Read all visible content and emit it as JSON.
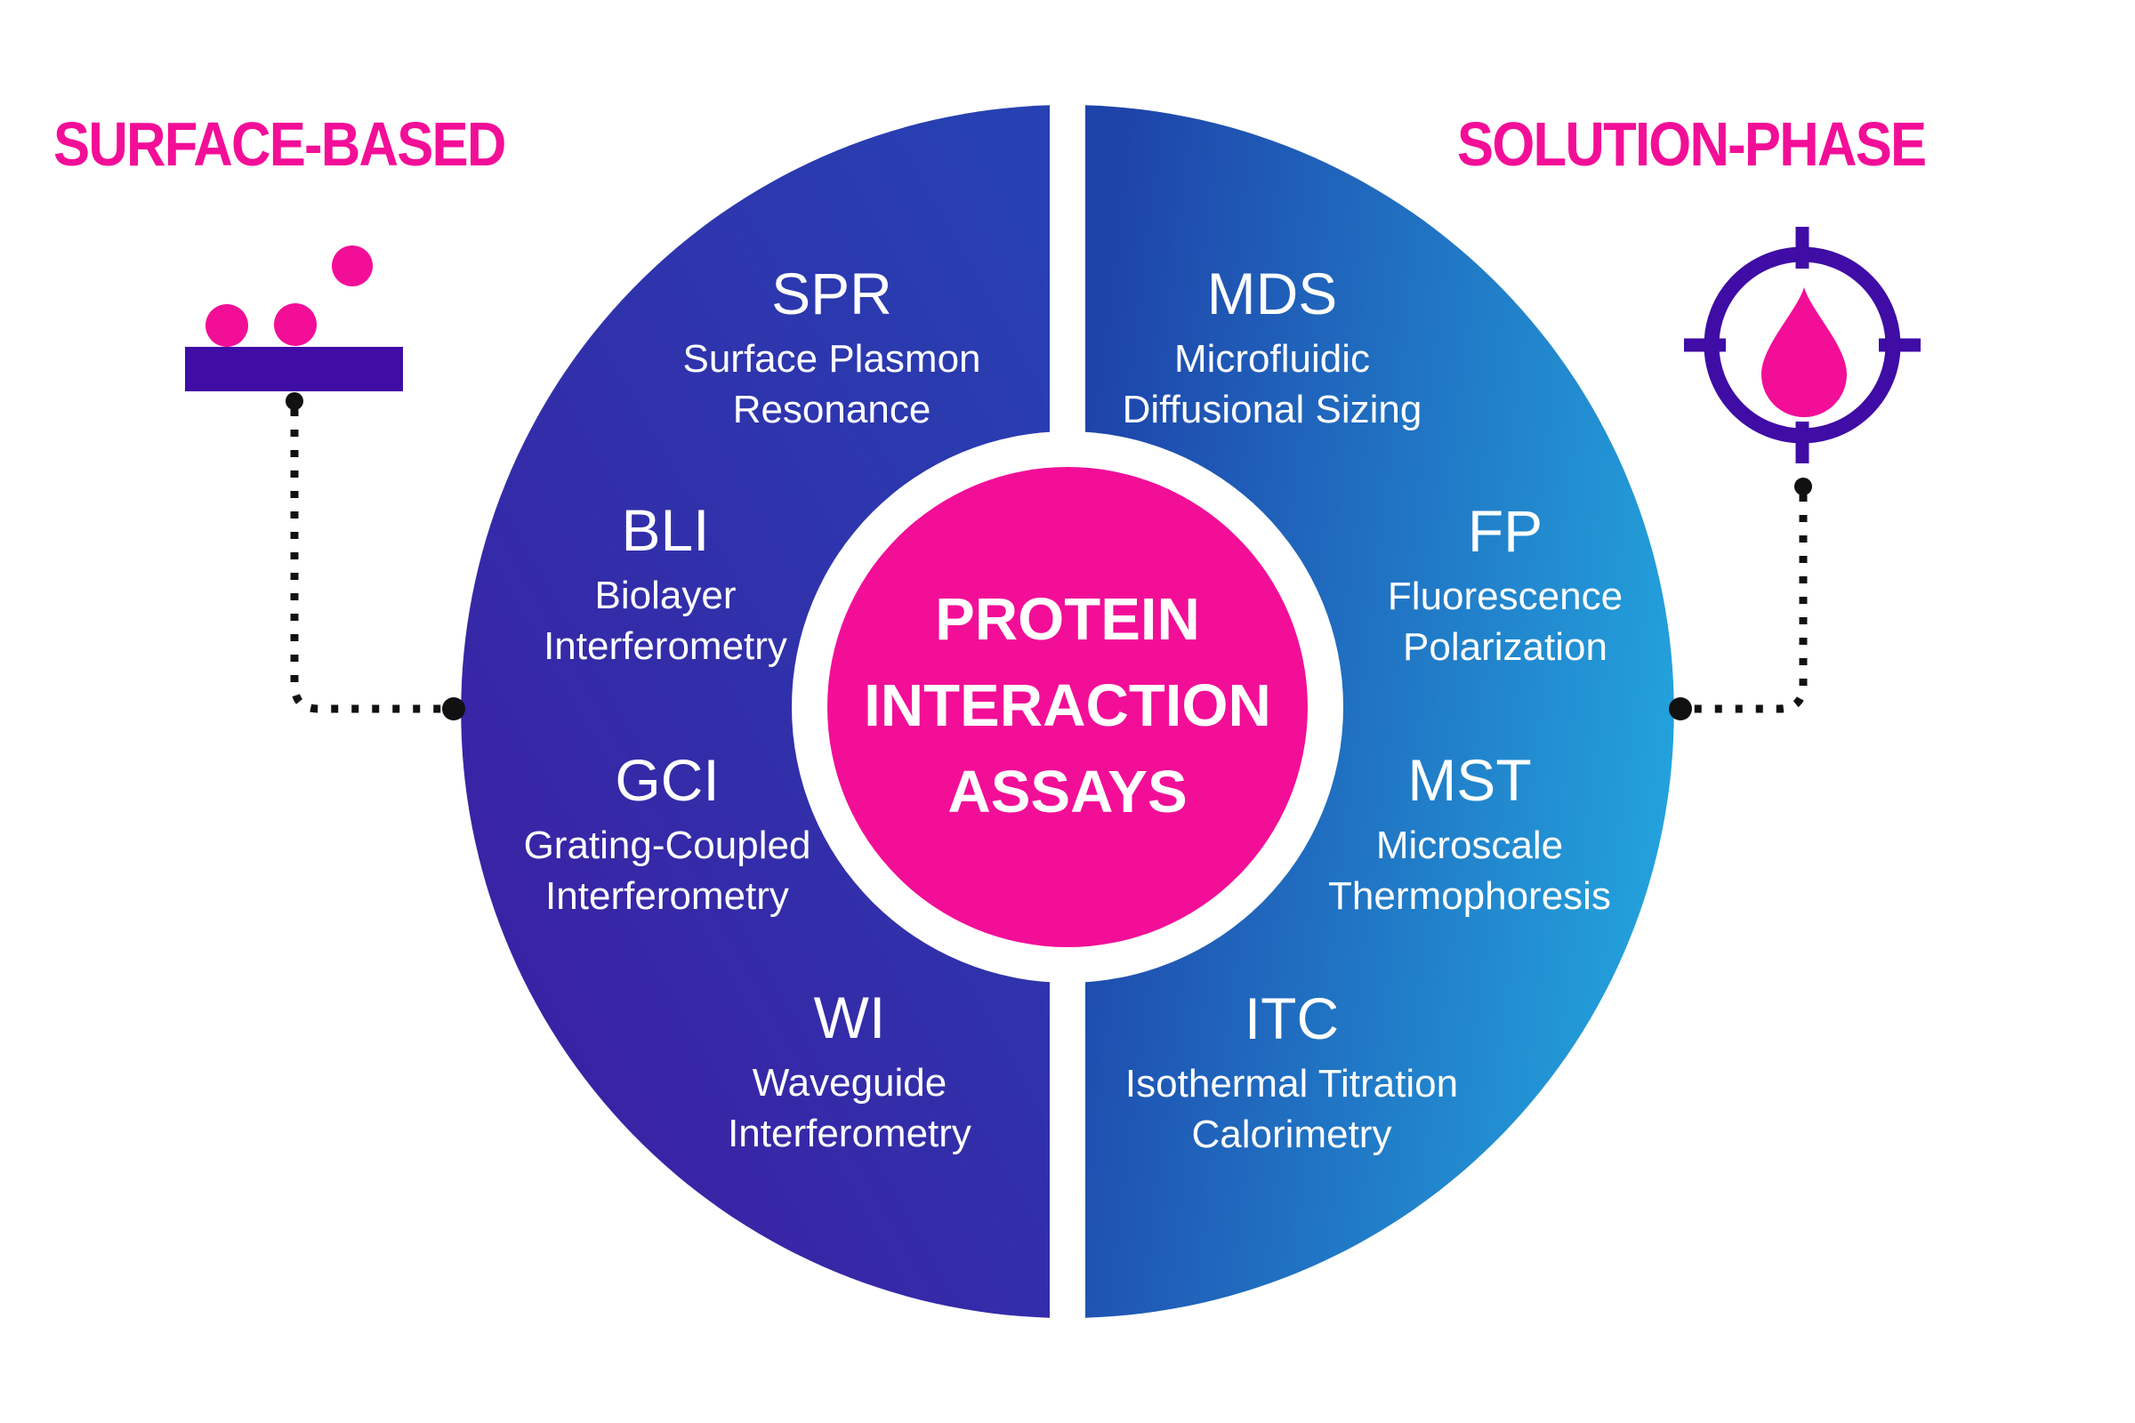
{
  "titles": {
    "left": "SURFACE-BASED",
    "right": "SOLUTION-PHASE"
  },
  "center": {
    "line1": "PROTEIN",
    "line2": "INTERACTION",
    "line3": "ASSAYS"
  },
  "assays": {
    "surface": [
      {
        "abbr": "SPR",
        "line1": "Surface Plasmon",
        "line2": "Resonance"
      },
      {
        "abbr": "BLI",
        "line1": "Biolayer",
        "line2": "Interferometry"
      },
      {
        "abbr": "GCI",
        "line1": "Grating-Coupled",
        "line2": "Interferometry"
      },
      {
        "abbr": "WI",
        "line1": "Waveguide",
        "line2": "Interferometry"
      }
    ],
    "solution": [
      {
        "abbr": "MDS",
        "line1": "Microfluidic",
        "line2": "Diffusional Sizing"
      },
      {
        "abbr": "FP",
        "line1": "Fluorescence",
        "line2": "Polarization"
      },
      {
        "abbr": "MST",
        "line1": "Microscale",
        "line2": "Thermophoresis"
      },
      {
        "abbr": "ITC",
        "line1": "Isothermal Titration",
        "line2": "Calorimetry"
      }
    ]
  },
  "icons": {
    "left": "surface-with-molecules-icon",
    "right": "target-droplet-icon",
    "connectors": "dotted-connector-line"
  },
  "colors": {
    "pink": "#F30E98",
    "purple": "#3F0CA5",
    "left_grad_start": "#2740B2",
    "left_grad_end": "#3E1BA1",
    "right_grad_start": "#1E44AA",
    "right_grad_end": "#23A2DC",
    "connector_black": "#111111",
    "text_white": "#FFFFFF"
  }
}
